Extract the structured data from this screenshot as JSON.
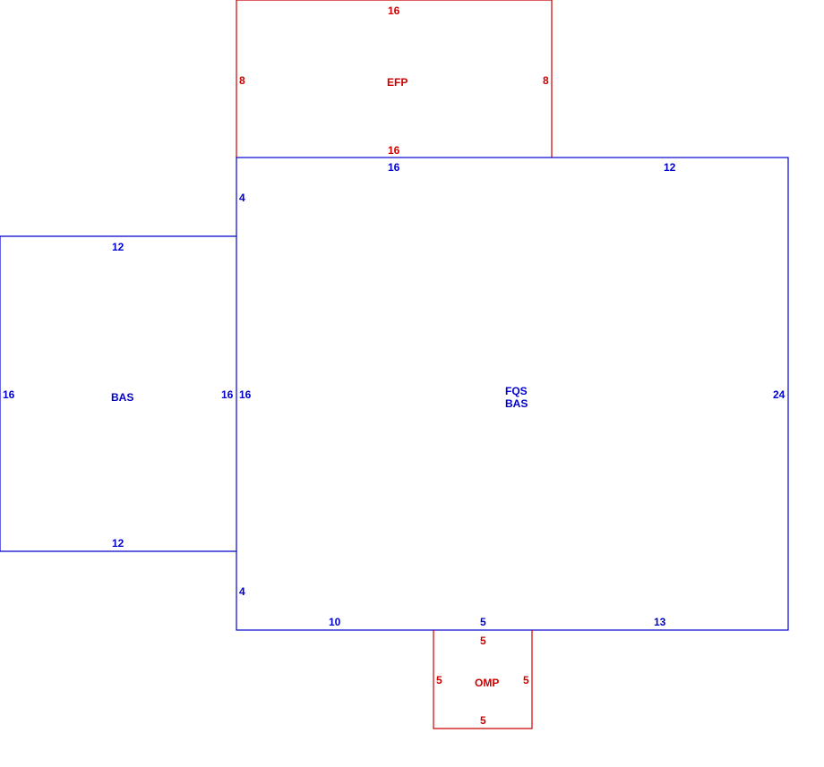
{
  "colors": {
    "main": "#0000cc",
    "accent": "#cc0000"
  },
  "efp": {
    "label": "EFP",
    "top": "16",
    "left": "8",
    "right": "8",
    "bottom": "16"
  },
  "left_bas": {
    "label": "BAS",
    "top": "12",
    "left": "16",
    "right": "16",
    "bottom": "12"
  },
  "main_area": {
    "label_line1": "FQS",
    "label_line2": "BAS",
    "top_left": "16",
    "top_right": "12",
    "left_upper": "4",
    "left_middle": "16",
    "left_lower": "4",
    "right": "24",
    "bottom_left": "10",
    "bottom_middle": "5",
    "bottom_right": "13"
  },
  "omp": {
    "label": "OMP",
    "top": "5",
    "left": "5",
    "right": "5",
    "bottom": "5"
  }
}
